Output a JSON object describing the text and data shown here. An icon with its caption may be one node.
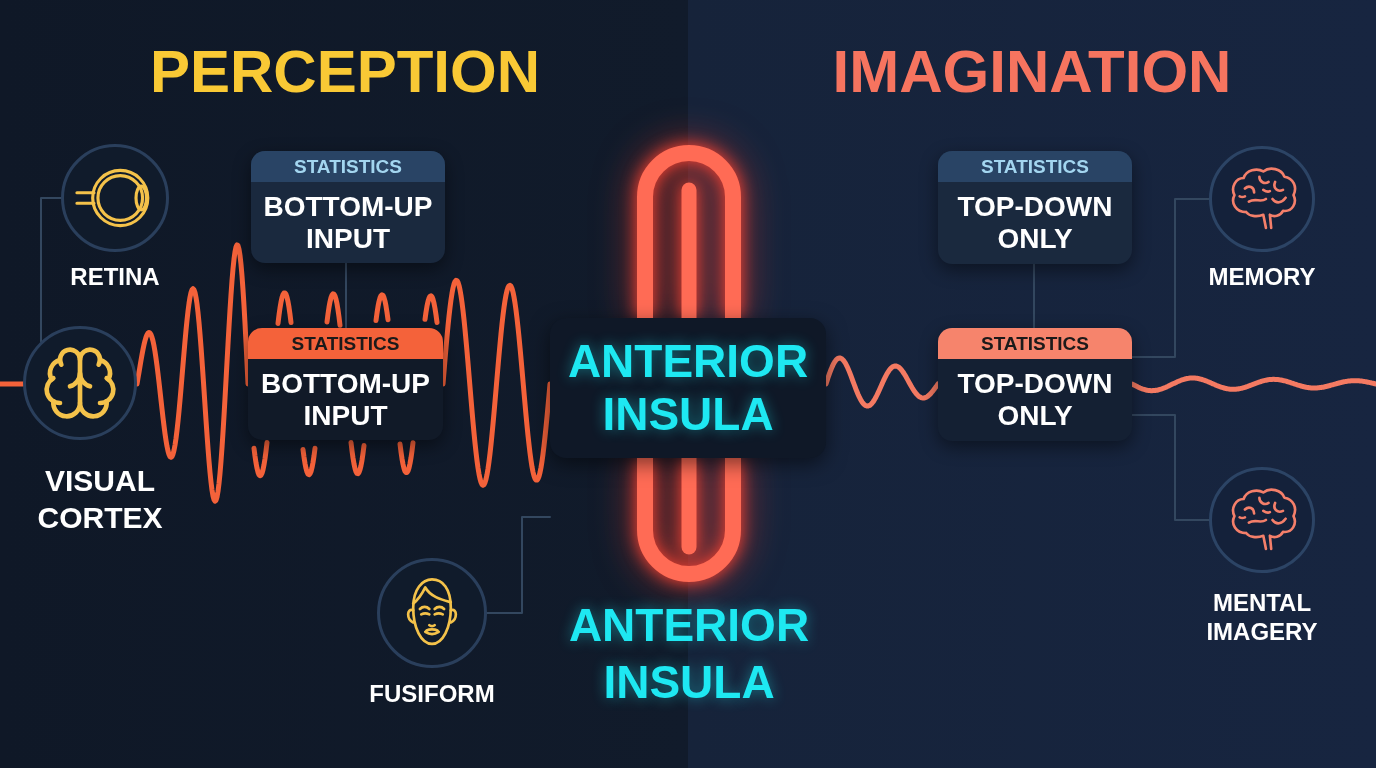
{
  "diagram": {
    "nodes": [
      {
        "text": [],
        "shape": "circle",
        "beside": [
          "RETINA"
        ]
      },
      {
        "text": [],
        "shape": "circle",
        "beside": [
          "VISUAL CORTEX"
        ]
      },
      {
        "text": [
          "STATISTICS",
          "BOTTOM-UP INPUT"
        ]
      },
      {
        "text": [
          "STATISTICS",
          "BOTTOM-UP INPUT"
        ]
      },
      {
        "text": [
          "ANTERIOR INSULA"
        ],
        "beside": [
          "ANTERIOR INSULA"
        ]
      },
      {
        "text": [],
        "shape": "circle",
        "beside": [
          "FUSIFORM"
        ]
      },
      {
        "text": [
          "STATISTICS",
          "TOP-DOWN ONLY"
        ]
      },
      {
        "text": [
          "STATISTICS",
          "TOP-DOWN ONLY"
        ]
      },
      {
        "text": [],
        "shape": "circle",
        "beside": [
          "MEMORY"
        ]
      },
      {
        "text": [],
        "shape": "circle",
        "beside": [
          "MENTAL IMAGERY"
        ]
      }
    ],
    "edges": [
      {
        "from": 0,
        "to": 1,
        "arrow": "none"
      },
      {
        "from": 2,
        "to": 3,
        "arrow": "none"
      },
      {
        "from": 5,
        "to": 4,
        "arrow": "none"
      },
      {
        "from": 6,
        "to": 7,
        "arrow": "none"
      },
      {
        "from": 8,
        "to": 7,
        "arrow": "none"
      },
      {
        "from": 9,
        "to": 7,
        "arrow": "none"
      },
      {
        "from": null,
        "to": 1,
        "arrow": "none",
        "style": "thick",
        "color": "#f4623a"
      },
      {
        "from": 1,
        "to": 3,
        "arrow": "none",
        "style": "thick",
        "color": "#f4623a"
      },
      {
        "from": 3,
        "to": 4,
        "arrow": "none",
        "style": "thick",
        "color": "#f4623a"
      },
      {
        "from": 4,
        "to": 7,
        "arrow": "none",
        "style": "thick",
        "color": "#f47a62"
      },
      {
        "from": 7,
        "to": null,
        "arrow": "none",
        "style": "thick",
        "color": "#f47a62"
      }
    ],
    "labels": [
      "PERCEPTION",
      "IMAGINATION"
    ]
  }
}
